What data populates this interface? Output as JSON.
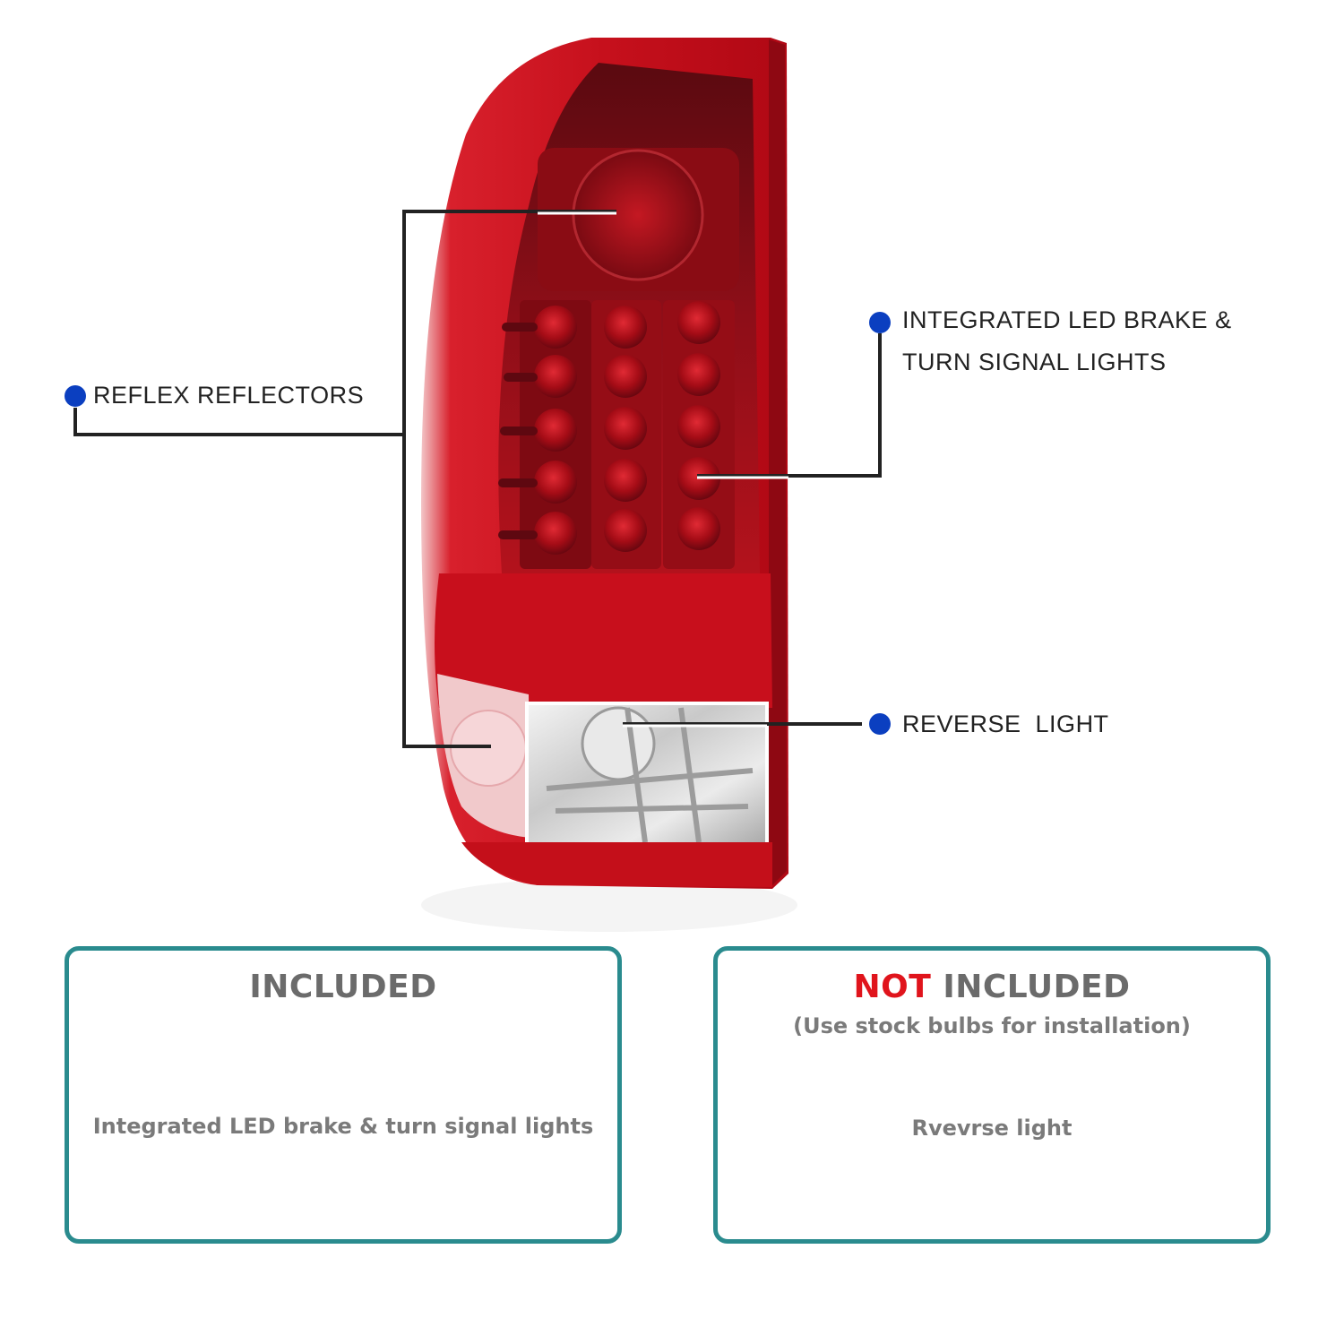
{
  "callouts": {
    "reflex": "REFLEX REFLECTORS",
    "led_line1": "INTEGRATED LED BRAKE &",
    "led_line2": "TURN SIGNAL LIGHTS",
    "reverse": "REVERSE  LIGHT"
  },
  "included": {
    "title": "INCLUDED",
    "item": "Integrated LED brake & turn signal lights"
  },
  "not_included": {
    "title_not": "NOT",
    "title_rest": " INCLUDED",
    "subtitle": "(Use stock bulbs for installation)",
    "item": "Rvevrse light"
  },
  "colors": {
    "dot": "#0b3fc0",
    "box_border": "#2a8b8e",
    "not_red": "#e0141c",
    "lamp_red": "#c8101e"
  }
}
